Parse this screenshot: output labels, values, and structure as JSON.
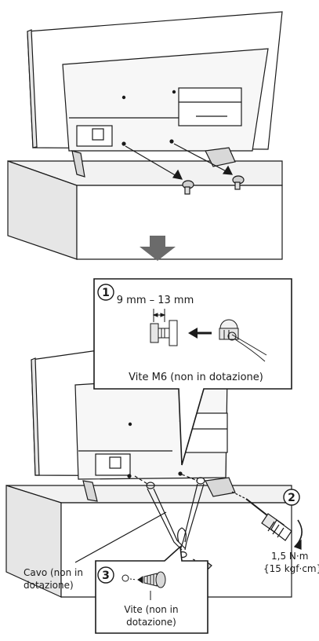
{
  "callout_1": {
    "number": "1",
    "dimension": "9 mm – 13 mm",
    "caption": "Vite M6 (non in dotazione)"
  },
  "callout_2": {
    "number": "2",
    "torque_line1": "1,5 N·m",
    "torque_line2": "{15 kgf·cm}"
  },
  "callout_3": {
    "number": "3",
    "caption_line1": "Vite (non in",
    "caption_line2": "dotazione)"
  },
  "cable_label": {
    "line1": "Cavo (non in",
    "line2": "dotazione)"
  },
  "colors": {
    "line": "#1a1a1a",
    "tv_face": "#f2f2f2",
    "tv_back": "#ffffff",
    "stand_side": "#e6e6e6",
    "arrow_fill": "#6b6b6b"
  }
}
